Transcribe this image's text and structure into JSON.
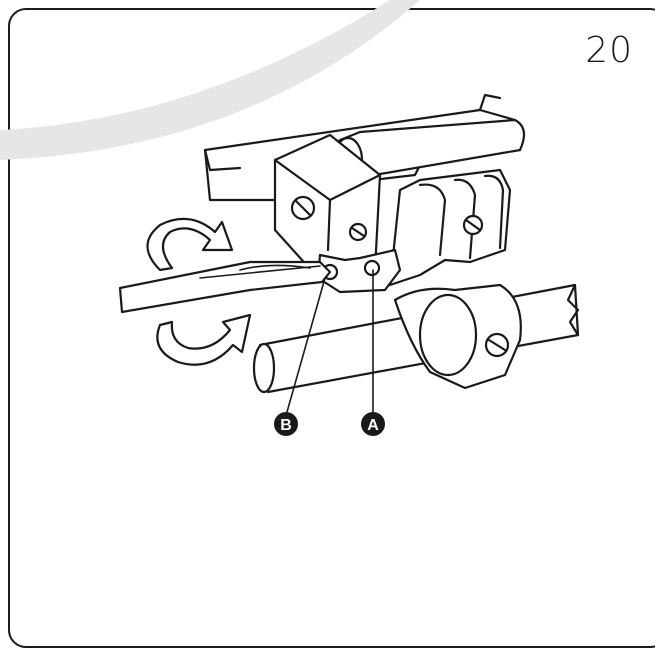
{
  "figure": {
    "number": "20",
    "callouts": [
      {
        "id": "b",
        "label": "B"
      },
      {
        "id": "a",
        "label": "A"
      }
    ]
  },
  "colors": {
    "ink": "#1a1a1a",
    "swoosh": "#e6e6e6",
    "paper": "#ffffff"
  }
}
